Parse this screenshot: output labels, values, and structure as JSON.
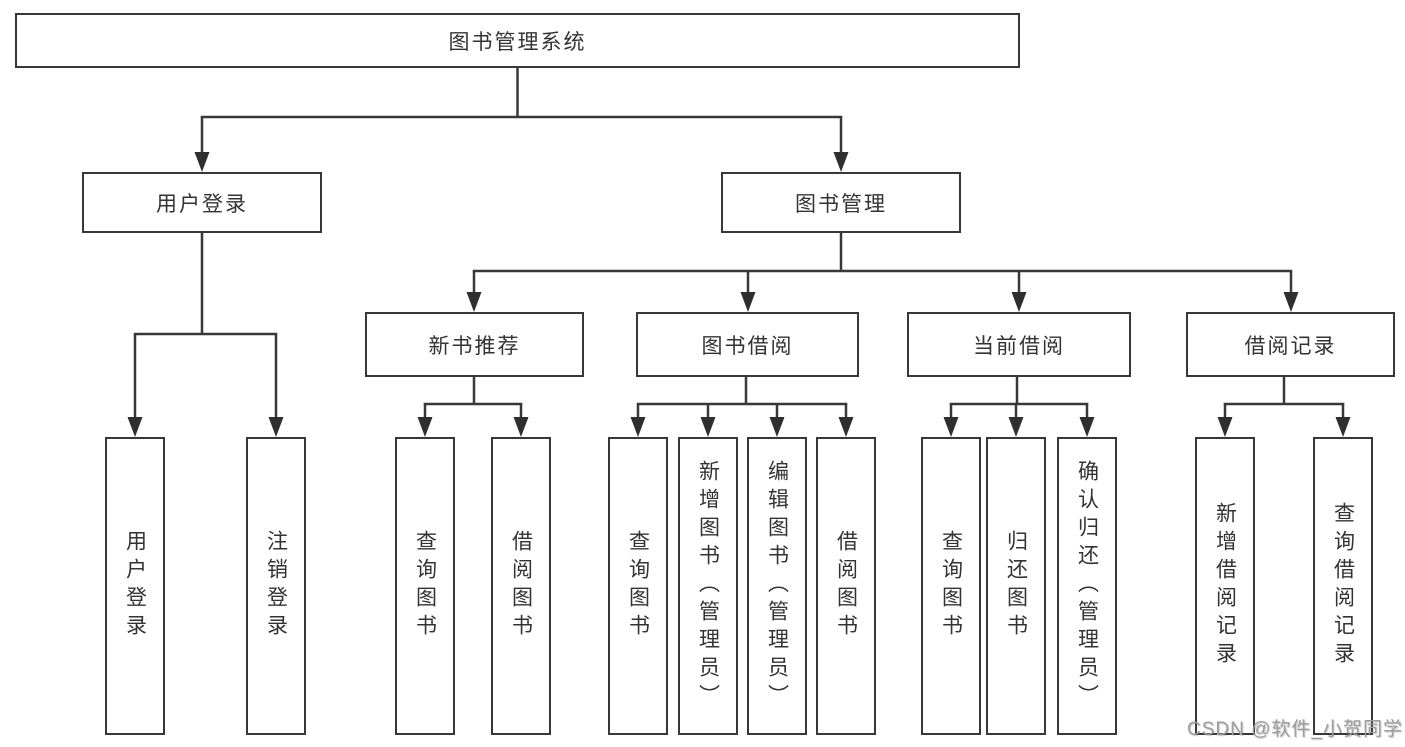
{
  "diagram": {
    "root": {
      "label": "图书管理系统"
    },
    "level2": [
      {
        "id": "user-login",
        "label": "用户登录"
      },
      {
        "id": "book-management",
        "label": "图书管理"
      }
    ],
    "level3": [
      {
        "id": "new-book-recommend",
        "label": "新书推荐"
      },
      {
        "id": "book-borrow",
        "label": "图书借阅"
      },
      {
        "id": "current-borrow",
        "label": "当前借阅"
      },
      {
        "id": "borrow-records",
        "label": "借阅记录"
      }
    ],
    "leaves": [
      {
        "id": "user-login",
        "label": "用户登录"
      },
      {
        "id": "logout",
        "label": "注销登录"
      },
      {
        "id": "query-books-1",
        "label": "查询图书"
      },
      {
        "id": "borrow-books-1",
        "label": "借阅图书"
      },
      {
        "id": "query-books-2",
        "label": "查询图书"
      },
      {
        "id": "add-books-admin",
        "label": "新增图书（管理员）"
      },
      {
        "id": "edit-books-admin",
        "label": "编辑图书（管理员）"
      },
      {
        "id": "borrow-books-2",
        "label": "借阅图书"
      },
      {
        "id": "query-books-3",
        "label": "查询图书"
      },
      {
        "id": "return-books",
        "label": "归还图书"
      },
      {
        "id": "confirm-return-admin",
        "label": "确认归还（管理员）"
      },
      {
        "id": "add-borrow-record",
        "label": "新增借阅记录"
      },
      {
        "id": "query-borrow-record",
        "label": "查询借阅记录"
      }
    ],
    "watermark": "CSDN @软件_小贺同学",
    "colors": {
      "line": "#383838",
      "text": "#333333",
      "background": "#ffffff",
      "watermark": "#9e9e9e"
    }
  }
}
